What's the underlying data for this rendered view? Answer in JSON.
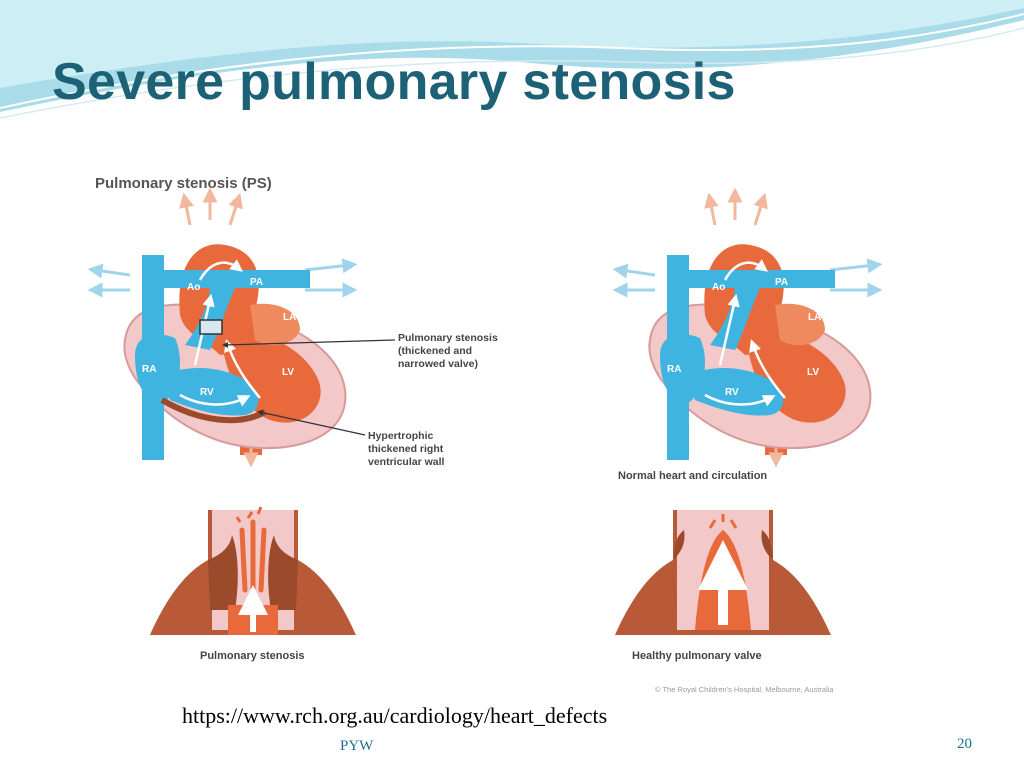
{
  "slide": {
    "title": "Severe pulmonary stenosis",
    "source_url": "https://www.rch.org.au/cardiology/heart_defects",
    "footer_left": "PYW",
    "slide_number": "20"
  },
  "colors": {
    "title": "#1d6176",
    "vein_blue": "#3fb4e0",
    "artery_red": "#e8693c",
    "heart_pink": "#f2c8c8",
    "muscle_brown": "#b85a38",
    "footer": "#1d6f8f"
  },
  "figure": {
    "title": "Pulmonary stenosis (PS)",
    "heart_labels": {
      "ao": "Ao",
      "pa": "PA",
      "la": "LA",
      "ra": "RA",
      "lv": "LV",
      "rv": "RV"
    },
    "callouts": {
      "stenosis": "Pulmonary stenosis\n(thickened and\nnarrowed valve)",
      "hypertrophy": "Hypertrophic\nthickened right\nventricular wall"
    },
    "captions": {
      "normal_heart": "Normal heart and circulation",
      "ps_valve": "Pulmonary stenosis",
      "healthy_valve": "Healthy pulmonary valve"
    },
    "credit": "© The Royal Children's Hospital, Melbourne, Australia"
  }
}
